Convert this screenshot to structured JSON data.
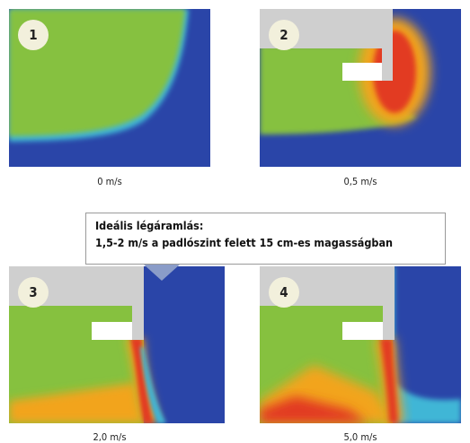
{
  "callout": {
    "title": "Ideális légáramlás:",
    "text": "1,5-2 m/s a padlószint felett 15 cm-es magasságban"
  },
  "panels": [
    {
      "number": "1",
      "speed": "0 m/s"
    },
    {
      "number": "2",
      "speed": "0,5 m/s"
    },
    {
      "number": "3",
      "speed": "2,0 m/s"
    },
    {
      "number": "4",
      "speed": "5,0 m/s"
    }
  ],
  "colors": {
    "blue": "#2a45a8",
    "green": "#86c13f",
    "wall": "#cfcfcf",
    "red": "#e23a22",
    "orange": "#f2a41c",
    "cyan": "#3fb6d6"
  }
}
